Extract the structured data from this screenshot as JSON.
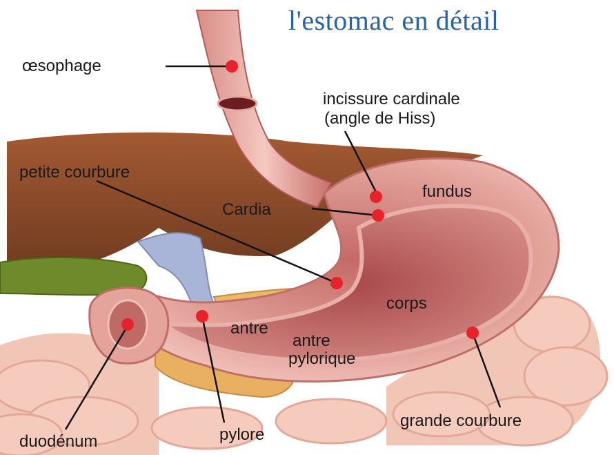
{
  "title": "l'estomac en détail",
  "labels": {
    "oesophage": "œsophage",
    "incissure_line1": "incissure cardinale",
    "incissure_line2": "(angle de Hiss)",
    "petite_courbure": "petite courbure",
    "cardia": "Cardia",
    "fundus": "fundus",
    "corps": "corps",
    "antre": "antre",
    "antre_pylorique_line1": "antre",
    "antre_pylorique_line2": "pylorique",
    "duodenum": "duodénum",
    "pylore": "pylore",
    "grande_courbure": "grande courbure"
  },
  "colors": {
    "title": "#2a62a8",
    "marker": "#e8222a",
    "liver": "#8a4a2a",
    "stomach": "#e0a09a",
    "intestine": "#f0c0b0",
    "gallbladder": "#6f8a2a",
    "pancreas": "#e8b060"
  }
}
